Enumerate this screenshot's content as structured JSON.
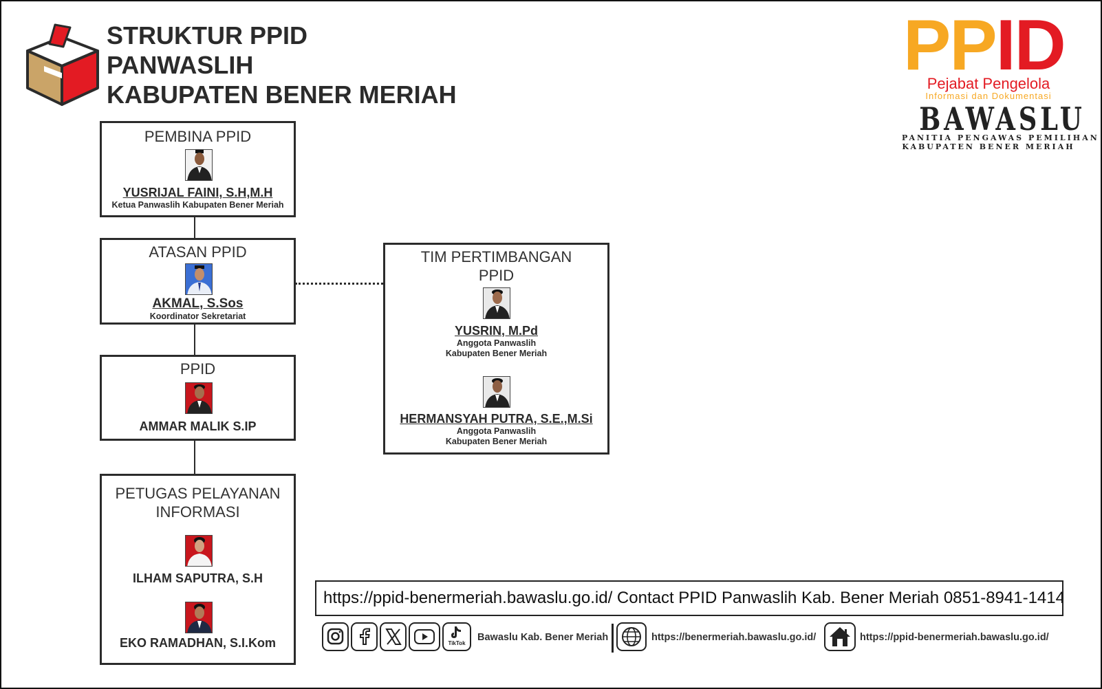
{
  "header": {
    "title_lines": [
      "STRUKTUR PPID",
      "PANWASLIH",
      "KABUPATEN BENER MERIAH"
    ]
  },
  "ppid_logo": {
    "big_pp": "PP",
    "big_id": "ID",
    "line1": "Pejabat Pengelola",
    "line2": "Informasi dan Dokumentasi",
    "brand": "BAWASLU",
    "brand_sub1": "PANITIA PENGAWAS PEMILIHAN",
    "brand_sub2": "KABUPATEN BENER MERIAH"
  },
  "org": {
    "pembina": {
      "title": "PEMBINA PPID",
      "name": "YUSRIJAL FAINI, S.H,M.H",
      "role": "Ketua Panwaslih Kabupaten Bener Meriah"
    },
    "atasan": {
      "title": "ATASAN PPID",
      "name": "AKMAL, S.Sos",
      "role": "Koordinator Sekretariat"
    },
    "ppid": {
      "title": "PPID",
      "name": "AMMAR MALIK S.IP"
    },
    "petugas": {
      "title_line1": "PETUGAS PELAYANAN",
      "title_line2": "INFORMASI",
      "members": [
        {
          "name": "ILHAM SAPUTRA, S.H"
        },
        {
          "name": "EKO RAMADHAN, S.I.Kom"
        }
      ]
    },
    "tim": {
      "title_line1": "TIM PERTIMBANGAN",
      "title_line2": "PPID",
      "members": [
        {
          "name": "YUSRIN, M.Pd",
          "role_line1": "Anggota Panwaslih",
          "role_line2": "Kabupaten Bener Meriah"
        },
        {
          "name": "HERMANSYAH PUTRA, S.E.,M.Si",
          "role_line1": "Anggota Panwaslih",
          "role_line2": "Kabupaten Bener Meriah"
        }
      ]
    }
  },
  "contact": {
    "text": "https://ppid-benermeriah.bawaslu.go.id/ Contact PPID Panwaslih Kab. Bener Meriah 0851-8941-1414"
  },
  "footer": {
    "social_icons": [
      "instagram-icon",
      "facebook-icon",
      "x-icon",
      "youtube-icon",
      "tiktok-icon"
    ],
    "tiktok_label": "TikTok",
    "social_label": "Bawaslu Kab. Bener Meriah",
    "web_label": "https://benermeriah.bawaslu.go.id/",
    "home_label": "https://ppid-benermeriah.bawaslu.go.id/"
  },
  "colors": {
    "ppid_orange": "#f7a823",
    "ppid_red": "#e31b23",
    "text_dark": "#2b2b2b",
    "photo_red_bg": "#c8161d",
    "photo_blue_bg": "#3b6fd4"
  }
}
